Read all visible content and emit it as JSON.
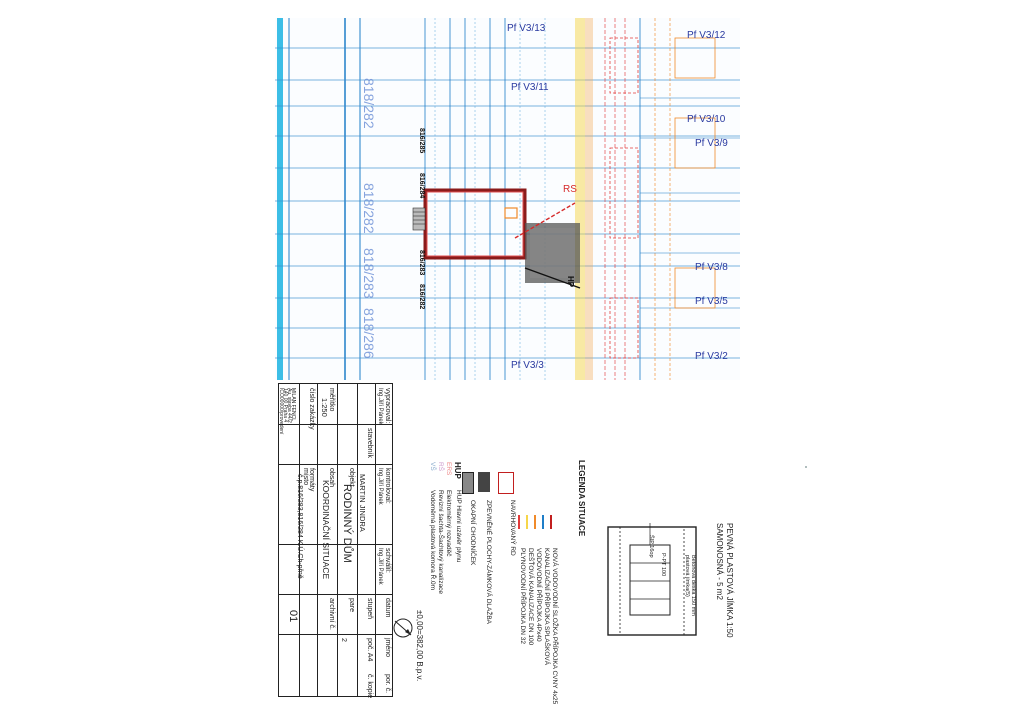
{
  "plan": {
    "plot_labels_right": [
      "Pf V3/12",
      "Pf V3/10",
      "Pf V3/9",
      "Pf V3/8",
      "Pf V3/5",
      "Pf V3/2"
    ],
    "plot_labels_mid": [
      "Pf V3/13",
      "Pf V3/11",
      "Pf V3/3"
    ],
    "parcels_big": [
      "818/282",
      "818/282",
      "818/283",
      "818/286"
    ],
    "parcels_small": [
      "816/285",
      "816/284",
      "816/283",
      "816/282"
    ],
    "marker_rs": "RS",
    "marker_hp": "HP"
  },
  "title_block": {
    "company": [
      "MILAN FENCL",
      "Au. stavba 44/2",
      "140 00 Praha 4",
      "IČO00000/provedení",
      "ROZD.č. R.0"
    ],
    "vypracoval_label": "vypracoval:",
    "vypracoval_value": "Ing.Jiří Pánek",
    "kontroloval_label": "kontroloval:",
    "kontroloval_value": "Ing.Jiří Pánek",
    "schvalil_label": "schválil:",
    "schvalil_value": "Ing.Jiří Pánek",
    "datum_label": "datum",
    "jmeno_label": "jméno",
    "podpis_label": "por. č.",
    "stavebnik_label": "stavebník",
    "stavebnik_value": "MARTIN JINDRA",
    "stupen_label": "stupeň",
    "stupen_value": "poč. A4",
    "kopie_label": "č. kopie",
    "cislo_zakazky_label": "číslo zakázky",
    "objekt_label": "objekt",
    "objekt_value": "RODINNÝ DŮM",
    "merito_label": "měřítko",
    "merito_value": "1:250",
    "obsah_label": "obsah",
    "obsah_value": "KOORDINAČNÍ SITUACE",
    "formaty_label": "formáty",
    "pare_label": "pare",
    "pare_value": "2",
    "misto_label": "místo",
    "misto_value": "č.p.816/283,816/284 K.Ú.Ch-přně",
    "archivni_label": "archivní č.",
    "cislo_vykresu": "01"
  },
  "legend": {
    "title": "LEGENDA SITUACE",
    "items": [
      "NOVÁ VODOVODNÍ SLOŽKA PŘÍPOJKA CVNY 4x25",
      "KANALIZAČNÍ PŘÍPOJKA SPLAŠKOVÁ",
      "VODOVODNÍ PŘÍPOJKA 4Px40",
      "DEŠŤOVÁ KANALIZACE DN 100",
      "PLYNOVODNÍ PŘÍPOJKA DN 32",
      "NAVRHOVANÝ RD",
      "ZPEVNĚNÉ PLOCHY-ZÁMKOVÁ DLAŽBA",
      "OKAPNÍ CHODNÍČEK",
      "HUP Hlavní uzávěr plynu",
      "Elektroměrný rozvaděč",
      "Revizní šachta-Šachtový kanalizace",
      "Vodoměrná plastová komora Ř.0m"
    ],
    "hup": "HUP",
    "ers": "ERS",
    "vs": "VŠ",
    "rs": "RŠ",
    "elevation": "±0,00=382,00 B.p.v."
  },
  "septic": {
    "title1": "PEVNÁ PLASTOVÁ JÍMKA 1:50",
    "title2": "SAMONOSNÁ - 5 m2",
    "note1": "Betonová deska 150 mm",
    "note2": "plastová jímka(5)",
    "label_ptt": "P-PT 100",
    "label_sip": "ŠIP 16op"
  },
  "colors": {
    "blue": "#1f7ec8",
    "cyan": "#27b7e3",
    "red": "#c21f1f",
    "orange": "#f08a2a",
    "yellow": "#f6d64a",
    "dark": "#222222"
  }
}
